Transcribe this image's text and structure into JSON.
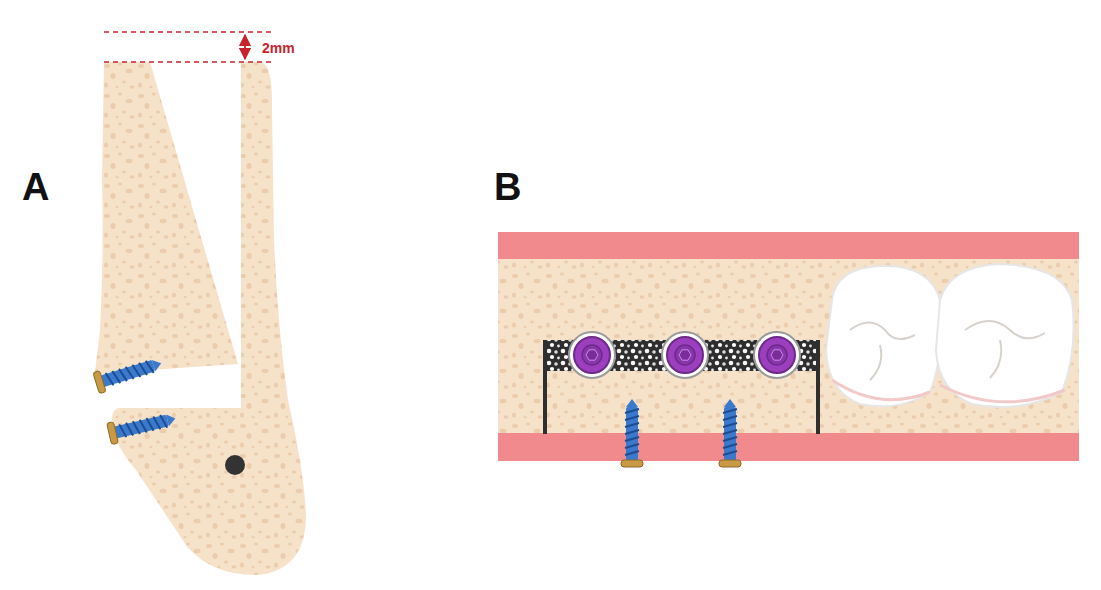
{
  "diagram": {
    "labels": [
      "2mm",
      "A",
      "B"
    ]
  }
}
